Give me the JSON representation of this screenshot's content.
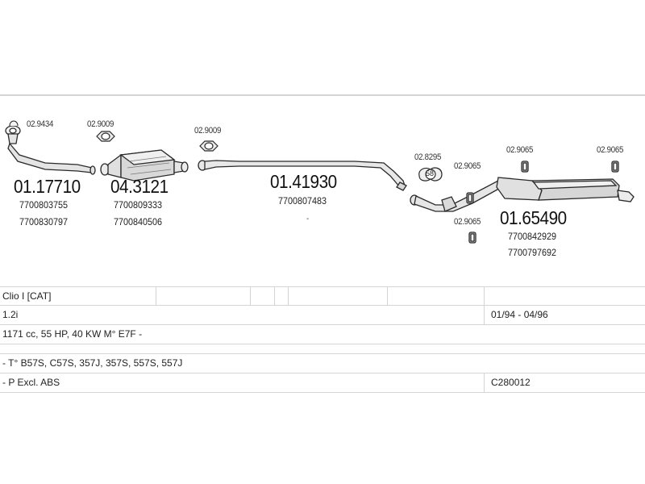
{
  "parts": {
    "downpipe": {
      "number": "01.17710",
      "refs": [
        "7700803755",
        "7700830797"
      ]
    },
    "catalyst": {
      "number": "04.3121",
      "refs": [
        "7700809333",
        "7700840506"
      ]
    },
    "intermediate_pipe": {
      "number": "01.41930",
      "refs": [
        "7700807483"
      ],
      "note": "-"
    },
    "rear_silencer": {
      "number": "01.65490",
      "refs": [
        "7700842929",
        "7700797692"
      ]
    }
  },
  "accessories": {
    "a1": "02.9434",
    "a2": "02.9009",
    "a3": "02.9009",
    "a4": "02.8295",
    "a5": "02.9065",
    "a6": "02.9065",
    "a7": "02.9065",
    "a8": "02.9065"
  },
  "clamp_badge": "58",
  "table": {
    "model": "Clio I  [CAT]",
    "engine": "1.2i",
    "period": "01/94 - 04/96",
    "spec": "1171 cc, 55 HP, 40 KW M° E7F -",
    "types": "- T° B57S, C57S, 357J, 357S, 557S, 557J",
    "notes": "- P Excl. ABS",
    "code": "C280012"
  },
  "colors": {
    "line": "#d4d4d4",
    "part_fill": "#e4e4e4",
    "part_stroke": "#2a2a2a"
  }
}
